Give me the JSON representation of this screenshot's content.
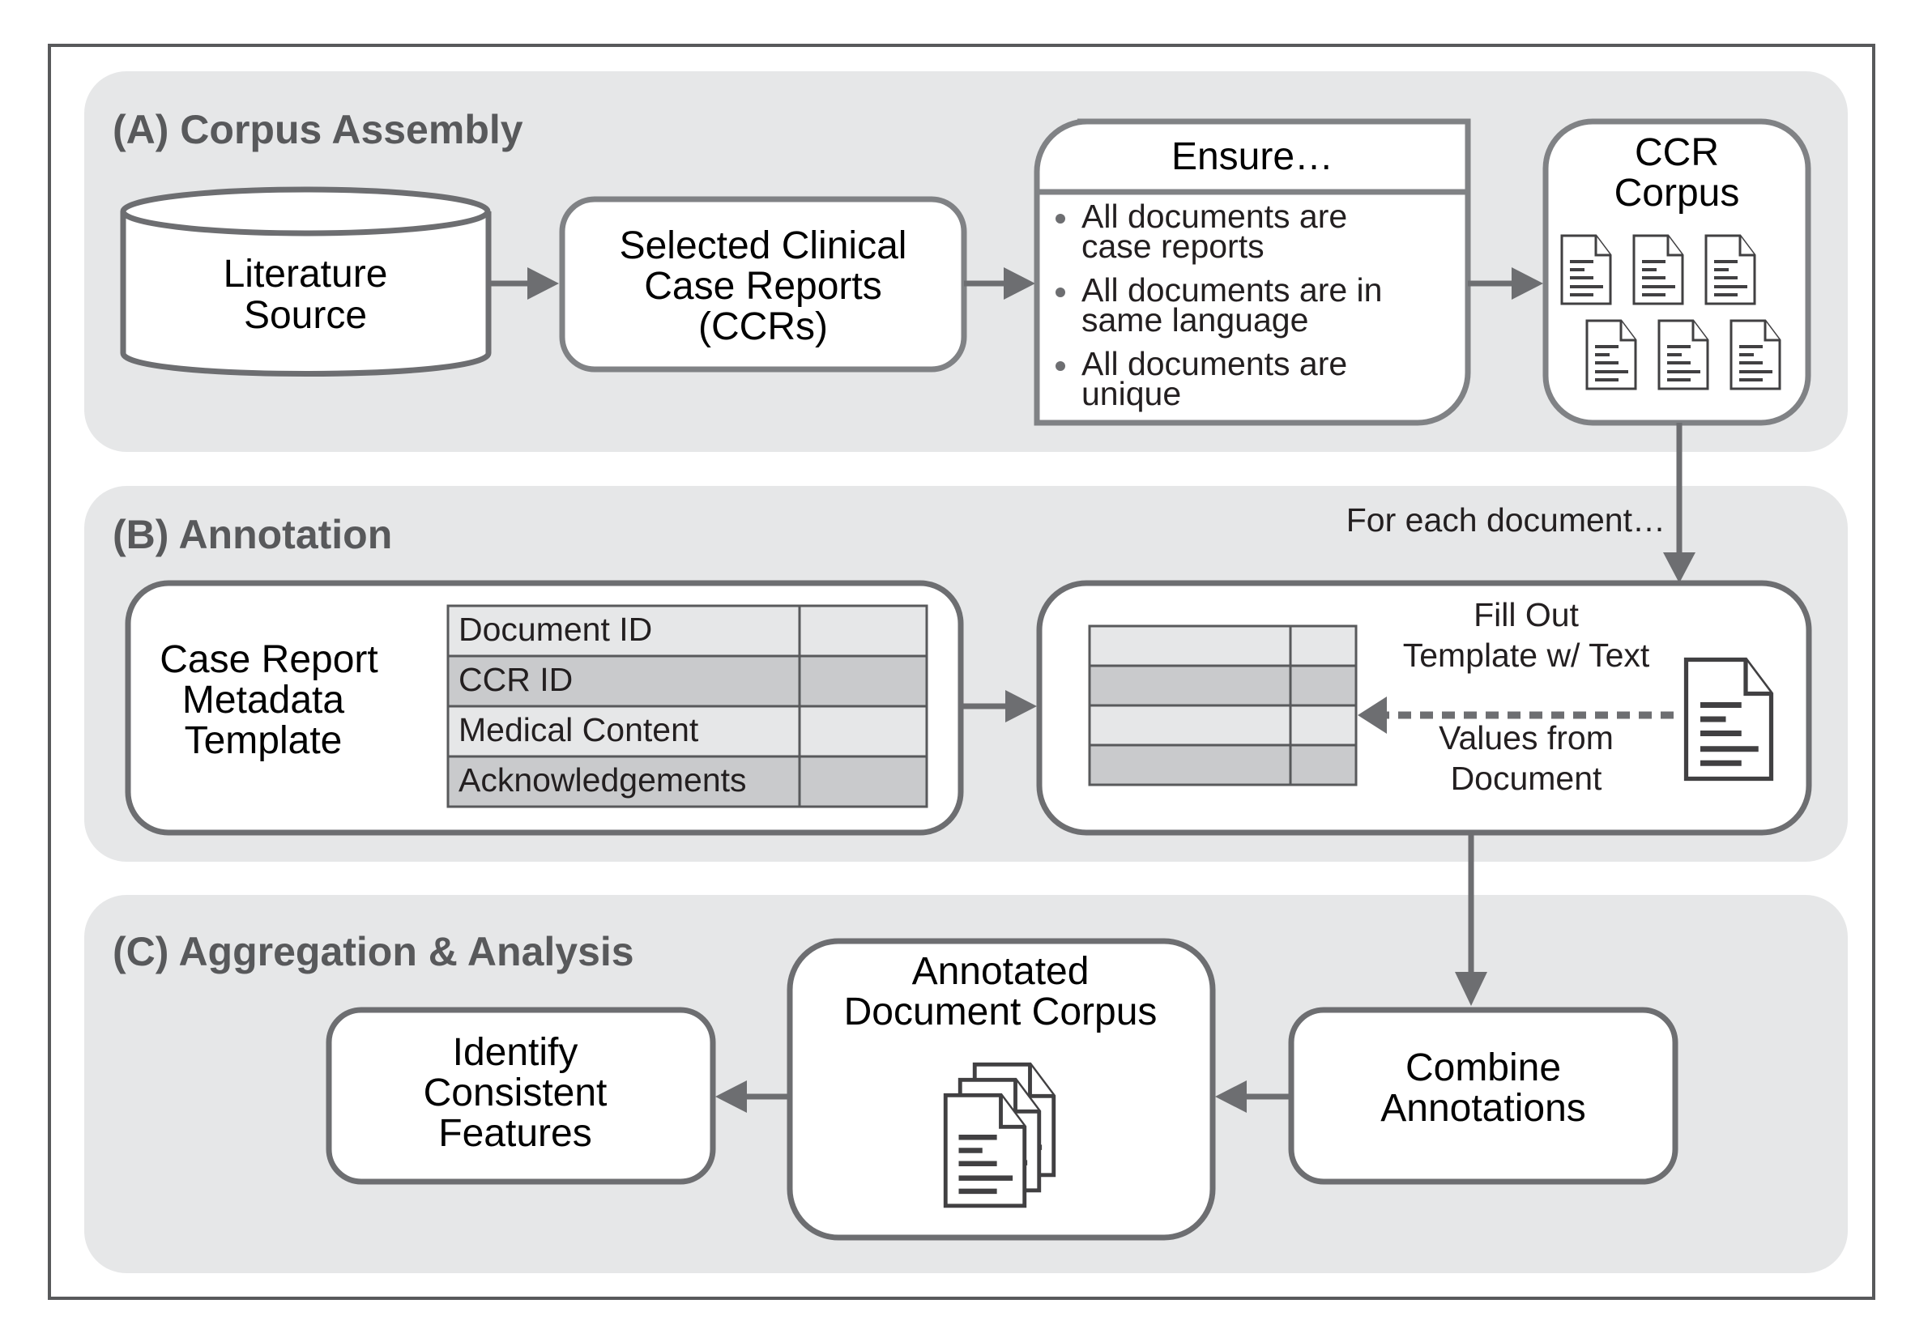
{
  "figure": {
    "panels": {
      "a": {
        "title": "(A) Corpus Assembly"
      },
      "b": {
        "title": "(B) Annotation"
      },
      "c": {
        "title": "(C) Aggregation & Analysis"
      }
    },
    "literature_source": {
      "lines": [
        "Literature",
        "Source"
      ]
    },
    "selected_ccrs": {
      "lines": [
        "Selected Clinical",
        "Case Reports",
        "(CCRs)"
      ]
    },
    "ensure": {
      "header": "Ensure…",
      "items": [
        {
          "lines": [
            "All documents are",
            "case reports"
          ]
        },
        {
          "lines": [
            "All documents are in",
            "same language"
          ]
        },
        {
          "lines": [
            "All documents are",
            "unique"
          ]
        }
      ]
    },
    "ccr_corpus": {
      "lines": [
        "CCR",
        "Corpus"
      ],
      "document_icon_count": 6
    },
    "for_each_label": "For each document…",
    "template": {
      "lines": [
        "Case Report",
        "Metadata",
        "Template"
      ],
      "fields": [
        "Document ID",
        "CCR ID",
        "Medical Content",
        "Acknowledgements"
      ]
    },
    "fill_out": {
      "top_lines": [
        "Fill Out",
        "Template w/ Text"
      ],
      "bottom_lines": [
        "Values from",
        "Document"
      ]
    },
    "identify": {
      "lines": [
        "Identify",
        "Consistent",
        "Features"
      ]
    },
    "annotated_corpus": {
      "lines": [
        "Annotated",
        "Document Corpus"
      ]
    },
    "combine": {
      "lines": [
        "Combine",
        "Annotations"
      ]
    }
  },
  "colors": {
    "panel_fill": "#e6e7e8",
    "stroke": "#6d6e71",
    "title_text": "#58595b",
    "cell_light": "#e6e7e8",
    "cell_dark": "#c9cacc"
  }
}
